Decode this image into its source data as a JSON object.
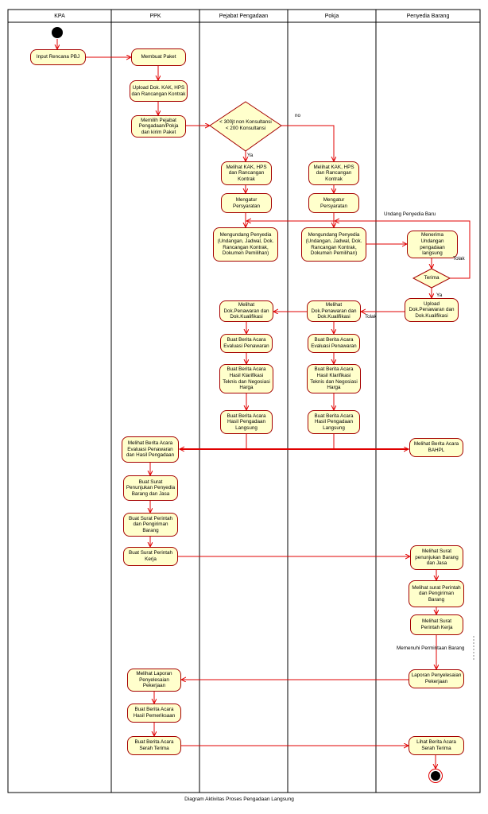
{
  "lanes": {
    "kpa": "KPA",
    "ppk": "PPK",
    "pejabat": "Pejabat Pengadaan",
    "pokja": "Pokja",
    "penyedia": "Penyedia Barang"
  },
  "nodes": {
    "kpa": {
      "input_rencana": "Input Rencana PBJ"
    },
    "ppk": {
      "membuat_paket": "Membuat Paket",
      "upload_dok": "Upload Dok. KAK, HPS\ndan Rancangan Kontrak",
      "memilih_pejabat": "Memilih Pejabat\nPengadaan/Pokja\ndan kirim Paket",
      "lihat_ba_evaluasi": "Melihat Berita Acara\nEvaluasi Penawaran\ndan Hasil Pengadaan",
      "surat_penunjukan": "Buat Surat\nPenunjukan Penyedia\nBarang dan Jasa",
      "surat_perintah_pengiriman": "Buat Surat Perintah\ndan Pengiriman\nBarang",
      "surat_perintah_kerja": "Buat Surat Perintah\nKerja",
      "lihat_laporan": "Melihat Laporan\nPenyelesaian\nPekerjaan",
      "ba_pemeriksaan": "Buat Berita Acara\nHasil Pemeriksaan",
      "ba_serah_terima": "Buat Berita Acara\nSerah Terima"
    },
    "pejabat": {
      "lihat_kak": "Melihat KAK, HPS\ndan Rancangan\nKontrak",
      "atur_persyaratan": "Mengatur\nPersyaratan",
      "undang_penyedia": "Mengundang Penyedia\n(Undangan, Jadwal, Dok.\nRancangan Kontrak,\nDokumen Pemilihan)",
      "lihat_penawaran": "Melihat\nDok.Penawaran dan\nDok.Kualifikasi",
      "ba_evaluasi": "Buat Berita Acara\nEvaluasi Penawaran",
      "ba_klarifikasi": "Buat Berita Acara\nHasil Klarifikasi\nTeknis dan Negosiasi\nHarga",
      "ba_hasil": "Buat Berita Acara\nHasil Pengadaan\nLangsung"
    },
    "pokja": {
      "lihat_kak": "Melihat KAK, HPS\ndan Rancangan\nKontrak",
      "atur_persyaratan": "Mengatur\nPersyaratan",
      "undang_penyedia": "Mengundang Penyedia\n(Undangan, Jadwal, Dok.\nRancangan Kontrak,\nDokumen Pemilihan)",
      "lihat_penawaran": "Melihat\nDok.Penawaran dan\nDok.Kualifikasi",
      "ba_evaluasi": "Buat Berita Acara\nEvaluasi Penawaran",
      "ba_klarifikasi": "Buat Berita Acara\nHasil Klarifikasi\nTeknis dan Negosiasi\nHarga",
      "ba_hasil": "Buat Berita Acara\nHasil Pengadaan\nLangsung"
    },
    "penyedia": {
      "terima_undangan": "Menerima\nUndangan\npengadaan\nlangsung",
      "upload_penawaran": "Upload\nDok.Penawaran dan\nDok.Kualifikasi",
      "lihat_bahpl": "Melihat Berita Acara\nBAHPL",
      "lihat_penunjukan": "Melihat Surat\npenunjukan Barang\ndan Jasa",
      "lihat_perintah_pengiriman": "Melihat surat Perintah\ndan Pengiriman\nBarang",
      "lihat_spk": "Melihat Surat\nPerintah Kerja",
      "laporan_penyelesaian": "Laporan Penyelesaian\nPekerjaan",
      "lihat_ba_serah_terima": "Lihat Berita Acara\nSerah Terima"
    }
  },
  "decisions": {
    "nilai_paket": "< 300jt non Konsultansi\n< 200 Konsultansi",
    "terima": "Terima"
  },
  "guards": {
    "ya_pejabat": "Ya",
    "no_pokja": "no",
    "undang_baru": "Undang Penyedia Baru",
    "tolak_undangan": "Tolak",
    "ya_terima": "Ya",
    "tolak_penawaran": "Tolak",
    "memenuhi": "Memenuhi Permintaan Barang"
  },
  "caption": "Diagram Aktivitas Proses Pengadaan Langsung",
  "colors": {
    "node_fill": "#ffffcc",
    "node_border": "#a50000",
    "arrow": "#e00000",
    "lane_line": "#000000"
  }
}
